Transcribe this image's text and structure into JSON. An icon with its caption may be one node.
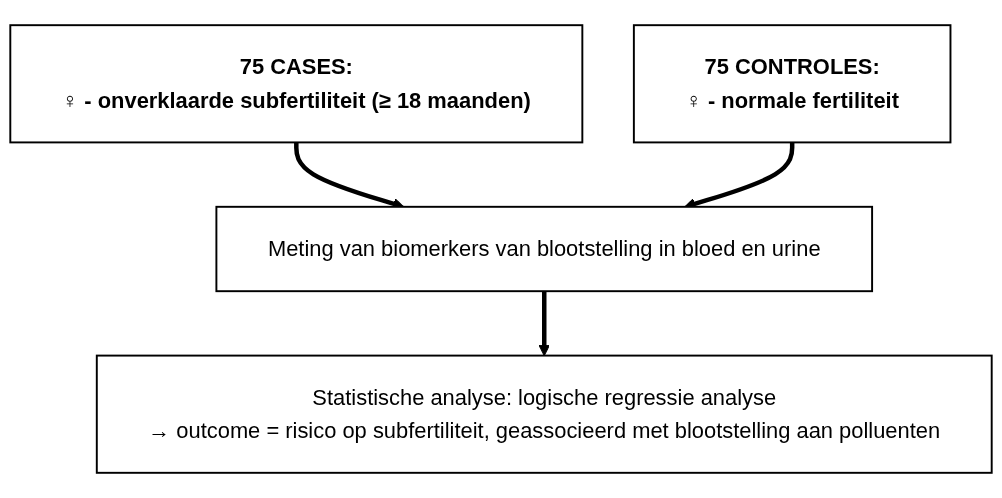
{
  "diagram": {
    "nodes": [
      {
        "text": [
          "75 CASES:",
          "♀ - onverklaarde subfertiliteit (≥ 18 maanden)"
        ]
      },
      {
        "text": [
          "75 CONTROLES:",
          "♀ - normale fertiliteit"
        ]
      },
      {
        "text": [
          "Meting van biomerkers van blootstelling in bloed en urine"
        ]
      },
      {
        "text": [
          "Statistische analyse: logische regressie analyse",
          "→  outcome = risico op subfertiliteit, geassocieerd met blootstelling aan polluenten"
        ]
      }
    ],
    "edges": [
      {
        "from": 0,
        "to": 2,
        "arrow": "to"
      },
      {
        "from": 1,
        "to": 2,
        "arrow": "to"
      },
      {
        "from": 2,
        "to": 3,
        "arrow": "to"
      }
    ]
  }
}
